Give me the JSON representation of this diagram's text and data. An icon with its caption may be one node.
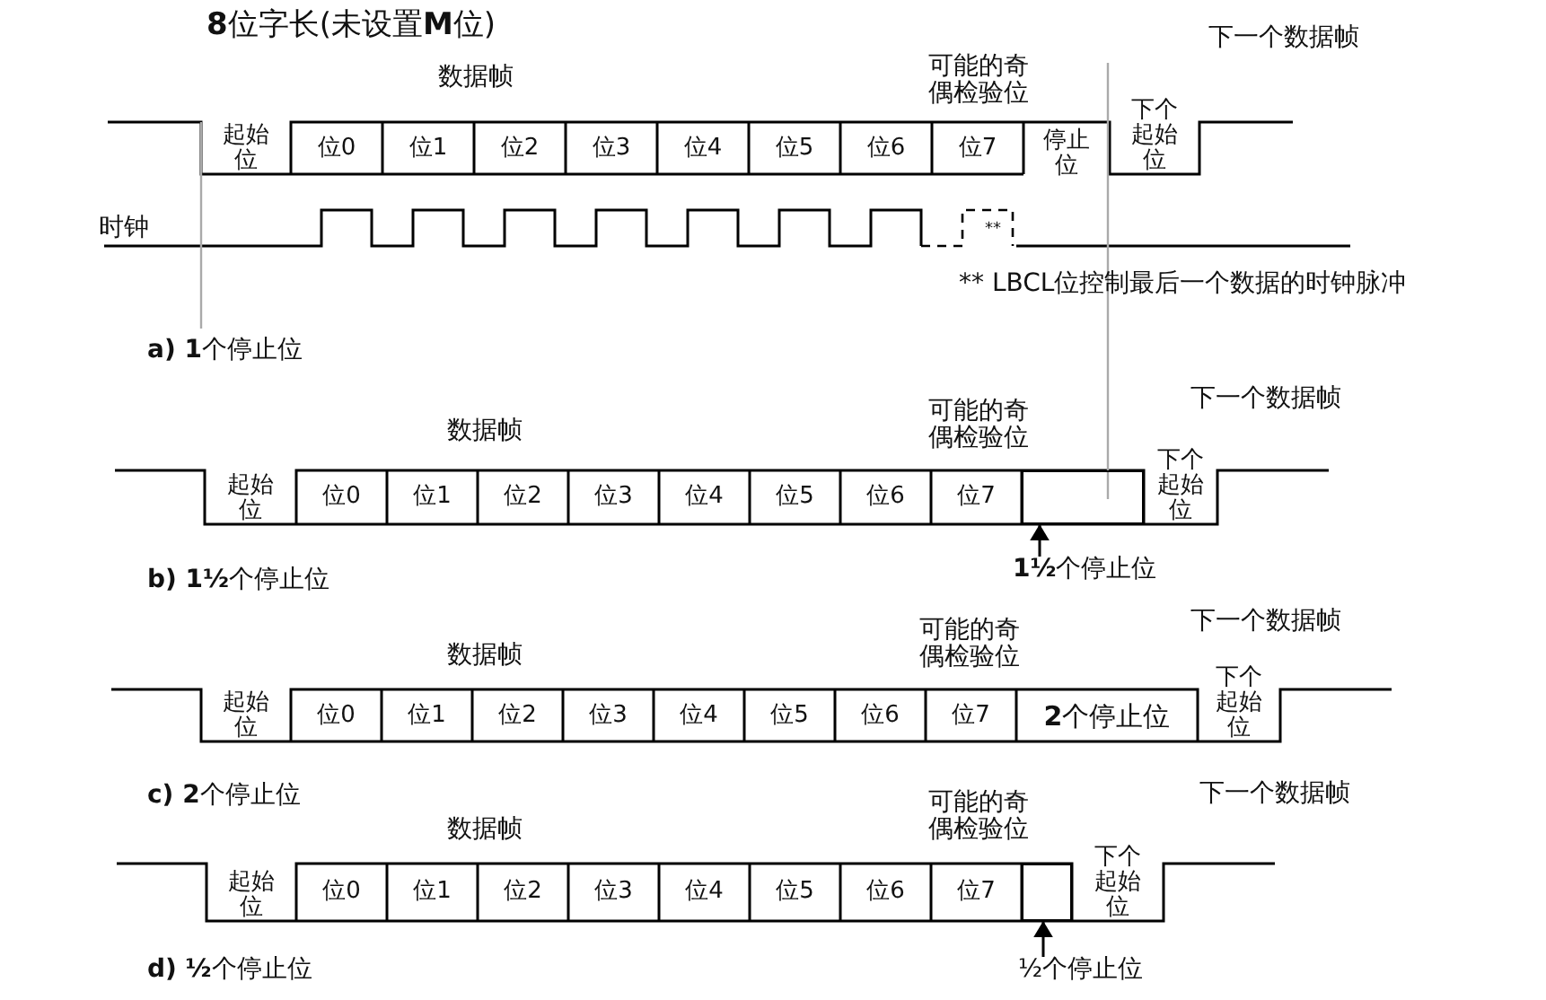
{
  "diagram": {
    "title": "**8**位字长(未设置**M**位)",
    "nodes": [
      {
        "text": [
          "起始位"
        ]
      },
      {
        "text": [
          "位0"
        ]
      },
      {
        "text": [
          "位1"
        ]
      },
      {
        "text": [
          "位2"
        ]
      },
      {
        "text": [
          "位3"
        ]
      },
      {
        "text": [
          "位4"
        ]
      },
      {
        "text": [
          "位5"
        ]
      },
      {
        "text": [
          "位6"
        ]
      },
      {
        "text": [
          "位7"
        ]
      },
      {
        "text": [
          "停止位"
        ]
      },
      {
        "text": [
          "下个起始位"
        ]
      },
      {
        "text": [
          "起始位"
        ]
      },
      {
        "text": [
          "位0"
        ]
      },
      {
        "text": [
          "位1"
        ]
      },
      {
        "text": [
          "位2"
        ]
      },
      {
        "text": [
          "位3"
        ]
      },
      {
        "text": [
          "位4"
        ]
      },
      {
        "text": [
          "位5"
        ]
      },
      {
        "text": [
          "位6"
        ]
      },
      {
        "text": [
          "位7"
        ]
      },
      {
        "text": [
          "下个起始位"
        ]
      },
      {
        "text": [
          "**1½**个停止位"
        ]
      },
      {
        "text": [
          "起始位"
        ]
      },
      {
        "text": [
          "位0"
        ]
      },
      {
        "text": [
          "位1"
        ]
      },
      {
        "text": [
          "位2"
        ]
      },
      {
        "text": [
          "位3"
        ]
      },
      {
        "text": [
          "位4"
        ]
      },
      {
        "text": [
          "位5"
        ]
      },
      {
        "text": [
          "位6"
        ]
      },
      {
        "text": [
          "位7"
        ]
      },
      {
        "text": [
          "**2**个停止位"
        ]
      },
      {
        "text": [
          "下个起始位"
        ]
      },
      {
        "text": [
          "起始位"
        ]
      },
      {
        "text": [
          "位0"
        ]
      },
      {
        "text": [
          "位1"
        ]
      },
      {
        "text": [
          "位2"
        ]
      },
      {
        "text": [
          "位3"
        ]
      },
      {
        "text": [
          "位4"
        ]
      },
      {
        "text": [
          "位5"
        ]
      },
      {
        "text": [
          "位6"
        ]
      },
      {
        "text": [
          "位7"
        ]
      },
      {
        "text": [
          "下个起始位"
        ]
      },
      {
        "text": [
          "½个停止位"
        ]
      },
      {
        "text": [],
        "shape": "box"
      },
      {
        "text": [],
        "shape": "box"
      }
    ],
    "edges": [
      {
        "from": 21,
        "to": 44,
        "arrow": "to"
      },
      {
        "from": 43,
        "to": 45,
        "arrow": "to"
      }
    ],
    "labels": [
      "数据帧",
      "可能的奇偶检验位",
      "下一个数据帧",
      "时钟",
      "**",
      "** LBCL位控制最后一个数据的时钟脉冲",
      "**a) 1**个停止位",
      "数据帧",
      "可能的奇偶检验位",
      "下一个数据帧",
      "**b) 1½**个停止位",
      "可能的奇偶检验位",
      "数据帧",
      "下一个数据帧",
      "**c) 2**个停止位",
      "可能的奇偶检验位",
      "下一个数据帧",
      "数据帧",
      "**d) ½**个停止位"
    ]
  }
}
